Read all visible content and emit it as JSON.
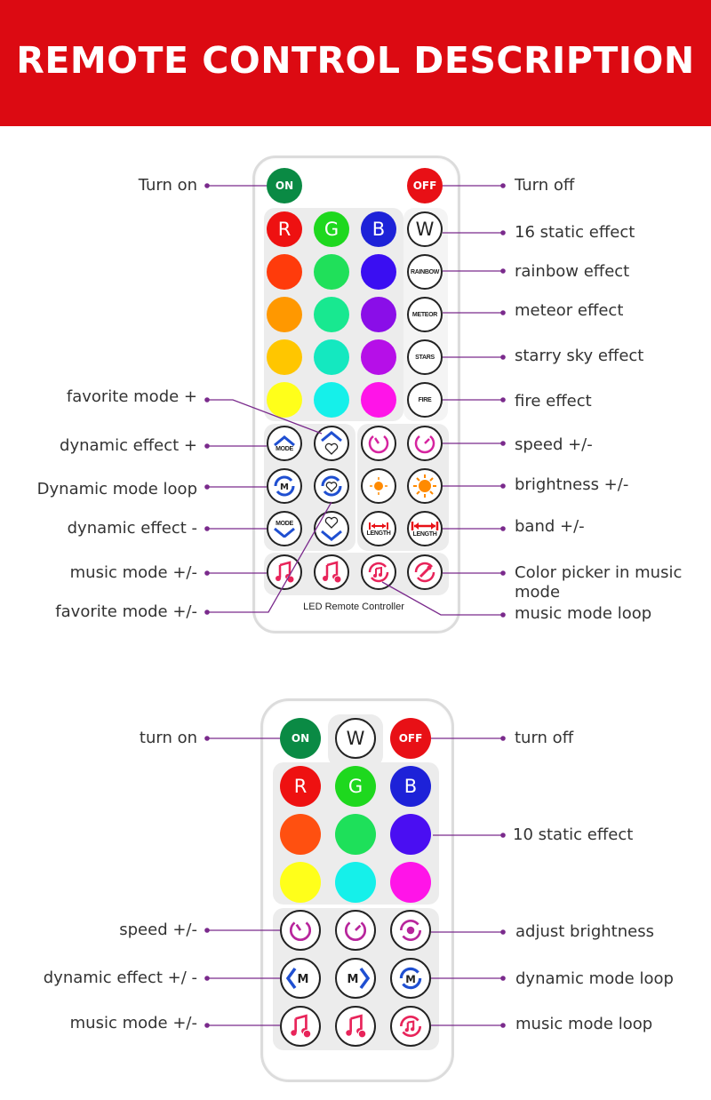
{
  "title": "REMOTE CONTROL DESCRIPTION",
  "colors": {
    "banner": "#dc0a12",
    "line": "#7a2a8c",
    "on": "#0a8a44",
    "off": "#e81016",
    "accent_blue": "#1f4fd1",
    "accent_pink": "#d6249f"
  },
  "remote1": {
    "on": "ON",
    "off": "OFF",
    "r": "R",
    "g": "G",
    "b": "B",
    "w": "W",
    "rainbow": "RAINBOW",
    "meteor": "METEOR",
    "stars": "STARS",
    "fire": "FIRE",
    "mode": "MODE",
    "m": "M",
    "length": "LENGTH",
    "caption": "LED Remote Controller",
    "swatches": [
      [
        "#ff3b0b",
        "#20e05a",
        "#3a0ef2"
      ],
      [
        "#ff9800",
        "#18e890",
        "#8a0ee8"
      ],
      [
        "#ffc600",
        "#14e8c0",
        "#b60fe8"
      ],
      [
        "#ffff1a",
        "#15f0ea",
        "#ff14e8"
      ]
    ],
    "labels_left": [
      "Turn on",
      "favorite mode +",
      "dynamic effect +",
      "Dynamic mode loop",
      "dynamic effect -",
      "music mode +/-",
      "favorite mode +/-"
    ],
    "labels_right": [
      "Turn off",
      "16 static effect",
      "rainbow effect",
      "meteor effect",
      "starry sky effect",
      "fire effect",
      "speed +/-",
      "brightness +/-",
      "band +/-",
      "Color picker in music mode",
      "music mode loop"
    ]
  },
  "remote2": {
    "on": "ON",
    "w": "W",
    "off": "OFF",
    "r": "R",
    "g": "G",
    "b": "B",
    "m": "M",
    "swatches": [
      [
        "#ff5010",
        "#1ee05a",
        "#4a0ef2"
      ],
      [
        "#ffff1a",
        "#15f0ea",
        "#ff14e8"
      ]
    ],
    "labels_left": [
      "turn on",
      "speed +/-",
      "dynamic effect +/ -",
      "music mode +/-"
    ],
    "labels_right": [
      "turn off",
      "10 static effect",
      "adjust brightness",
      "dynamic mode loop",
      "music mode loop"
    ]
  }
}
